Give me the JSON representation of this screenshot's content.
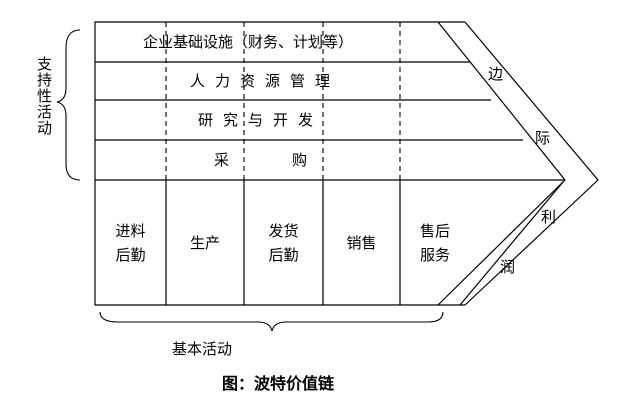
{
  "support": {
    "group_label": "支持性活动",
    "rows": [
      {
        "label": "企业基础设施（财务、计划等）"
      },
      {
        "label": "人力资源管理"
      },
      {
        "label": "研究与开发"
      },
      {
        "label": "采购"
      }
    ]
  },
  "primary": {
    "group_label": "基本活动",
    "cells": [
      {
        "line1": "进料",
        "line2": "后勤"
      },
      {
        "line1": "生产",
        "line2": ""
      },
      {
        "line1": "发货",
        "line2": "后勤"
      },
      {
        "line1": "销售",
        "line2": ""
      },
      {
        "line1": "售后",
        "line2": "服务"
      }
    ]
  },
  "margin": {
    "chars": [
      "边",
      "际",
      "利",
      "润"
    ]
  },
  "caption": "图：波特价值链"
}
